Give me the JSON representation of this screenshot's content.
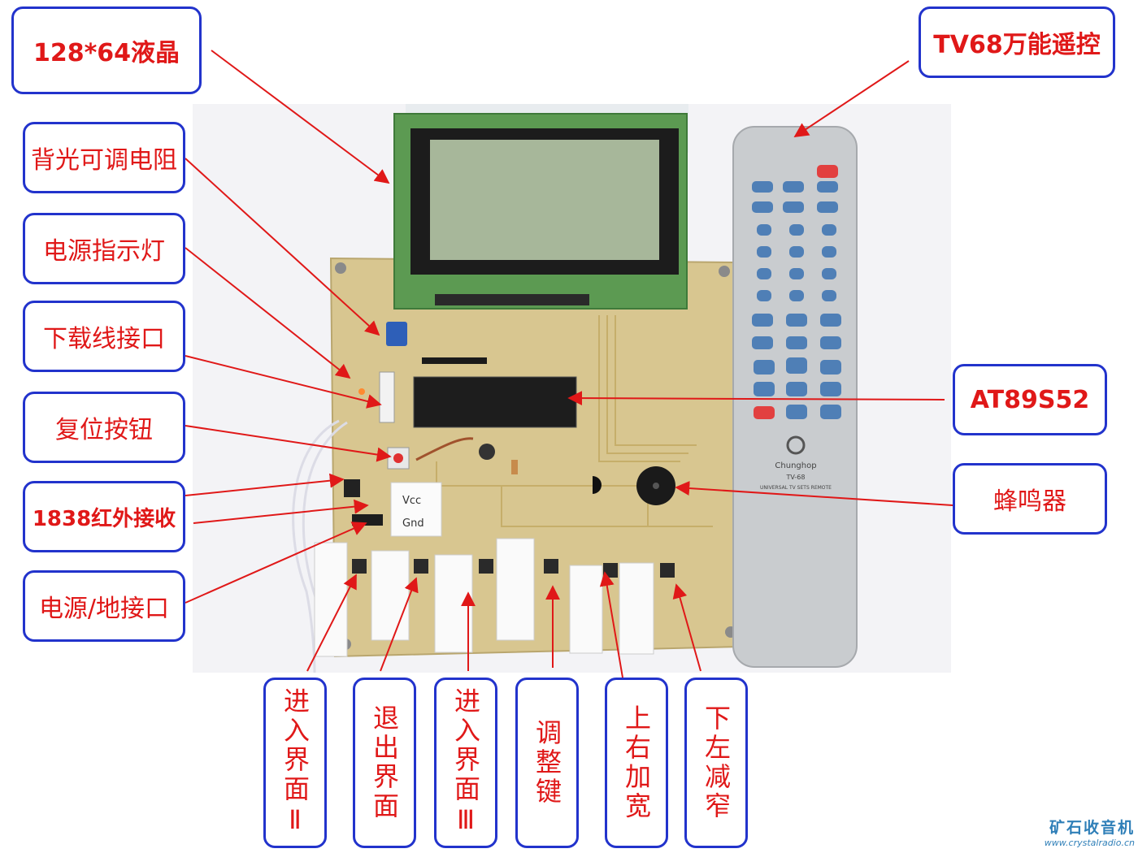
{
  "labels": {
    "lcd": "128*64液晶",
    "remote": "TV68万能遥控",
    "backlight": "背光可调电阻",
    "power_led": "电源指示灯",
    "download": "下载线接口",
    "reset": "复位按钮",
    "ir": "1838红外接收",
    "power_gnd": "电源/地接口",
    "mcu": "AT89S52",
    "buzzer": "蜂鸣器",
    "enter2": "进入界面Ⅱ",
    "exit": "退出界面",
    "enter3": "进入界面Ⅲ",
    "adjust": "调整键",
    "up_right": "上右加宽",
    "down_left": "下左减窄"
  },
  "photo": {
    "sticker_vcc": "Vcc",
    "sticker_gnd": "Gnd",
    "remote_brand": "Chunghop",
    "remote_model": "TV-68",
    "remote_desc": "UNIVERSAL TV SETS REMOTE"
  },
  "watermark": {
    "title": "矿石收音机",
    "url": "www.crystalradio.cn"
  },
  "colors": {
    "label_border": "#2233cc",
    "label_text": "#e01818",
    "arrow": "#e01818",
    "pcb": "#d8c690",
    "lcd_screen": "#a7b79a",
    "remote_body": "#c9cccf",
    "button_blue": "#4f7fb6"
  }
}
